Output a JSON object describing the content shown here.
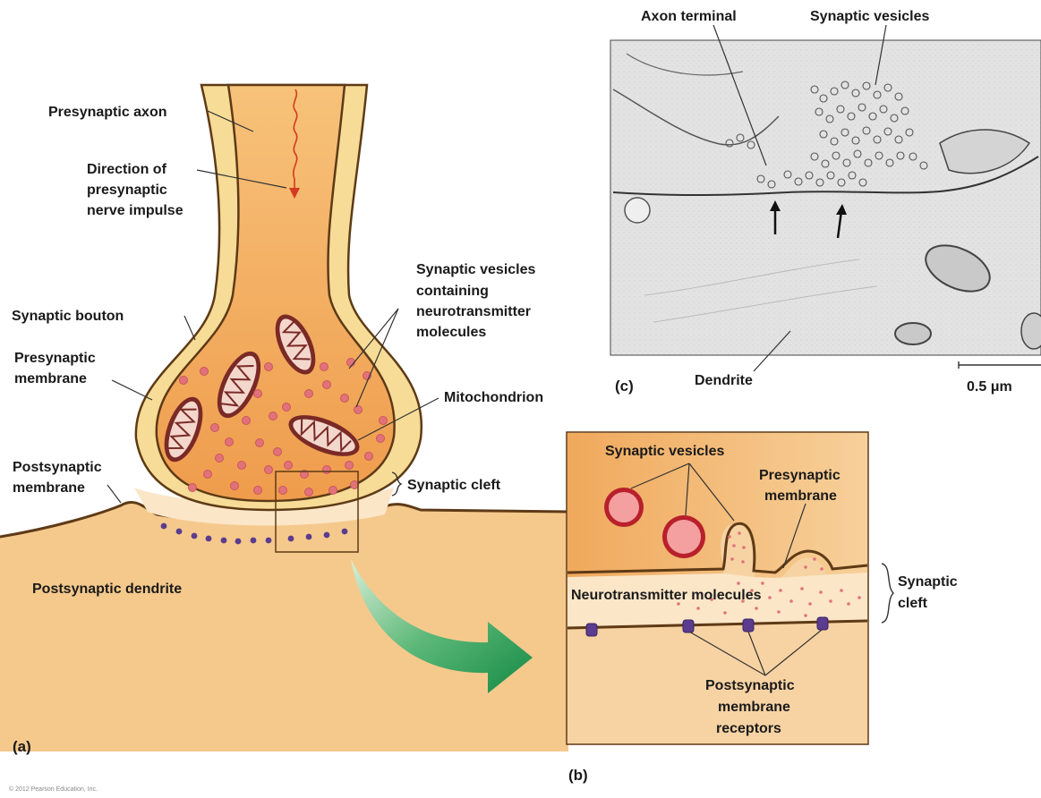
{
  "diagram": {
    "panel_a": {
      "label": "(a)",
      "presynaptic_axon": "Presynaptic axon",
      "direction_lines": [
        "Direction of",
        "presynaptic",
        "nerve impulse"
      ],
      "synaptic_bouton": "Synaptic bouton",
      "presynaptic_membrane_lines": [
        "Presynaptic",
        "membrane"
      ],
      "postsynaptic_membrane_lines": [
        "Postsynaptic",
        "membrane"
      ],
      "postsynaptic_dendrite": "Postsynaptic dendrite",
      "vesicles_lines": [
        "Synaptic vesicles",
        "containing",
        "neurotransmitter",
        "molecules"
      ],
      "mitochondrion": "Mitochondrion",
      "synaptic_cleft": "Synaptic cleft"
    },
    "panel_b": {
      "label": "(b)",
      "synaptic_vesicles": "Synaptic vesicles",
      "presynaptic_membrane_lines": [
        "Presynaptic",
        "membrane"
      ],
      "synaptic_cleft_lines": [
        "Synaptic",
        "cleft"
      ],
      "neurotransmitter": "Neurotransmitter molecules",
      "receptors_lines": [
        "Postsynaptic",
        "membrane",
        "receptors"
      ]
    },
    "panel_c": {
      "label": "(c)",
      "axon_terminal": "Axon terminal",
      "synaptic_vesicles": "Synaptic vesicles",
      "dendrite": "Dendrite",
      "scale": "0.5 μm"
    },
    "copyright": "© 2012 Pearson Education, Inc."
  },
  "colors": {
    "axon_fill": "#f0a85a",
    "axon_sheath": "#f6dc96",
    "dendrite_fill": "#f5c98c",
    "cleft_fill": "#fbe6c8",
    "vesicle": "#e2727a",
    "vesicle_big": "#b8202c",
    "mito_outer": "#7a2a26",
    "mito_inner": "#f4d7cc",
    "receptor": "#5b3c8e",
    "arrow_green": "#2a9a55",
    "em_bg": "#e6e6e6"
  }
}
